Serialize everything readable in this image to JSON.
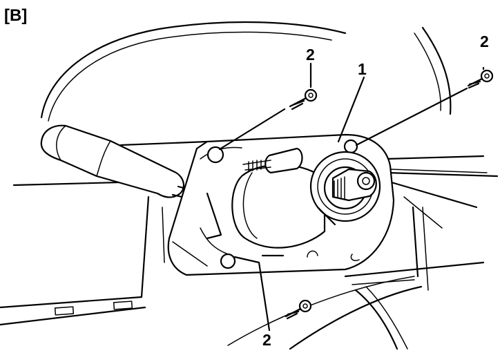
{
  "figure": {
    "label": "[B]",
    "callouts": {
      "switch": "1",
      "screw_top_left": "2",
      "screw_top_right": "2",
      "screw_bottom": "2"
    }
  }
}
